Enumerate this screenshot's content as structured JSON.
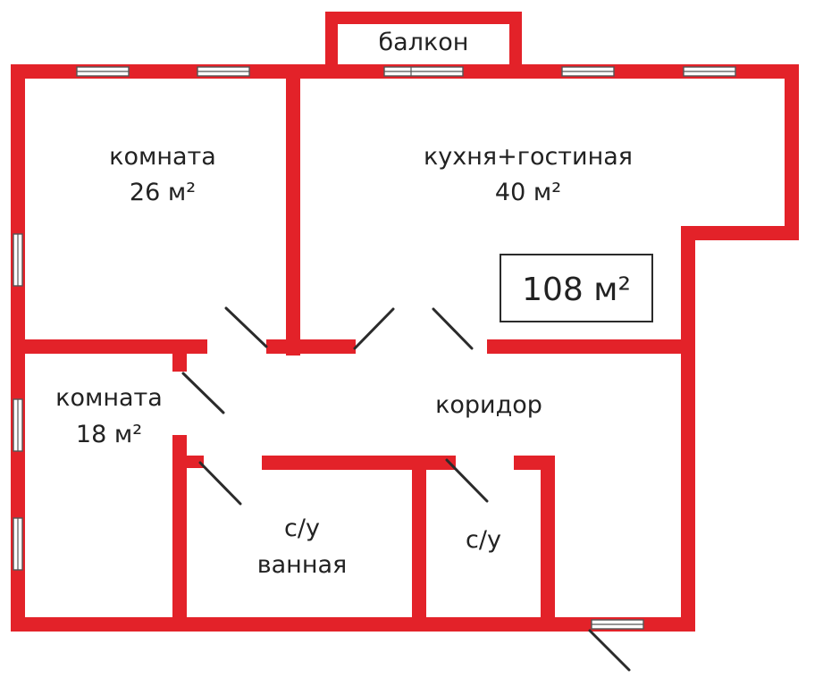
{
  "plan": {
    "total_area": "108 м²",
    "colors": {
      "wall": "#e32229",
      "text": "#222222",
      "door": "#2b2b2b"
    },
    "rooms": {
      "balcony": {
        "name": "балкон"
      },
      "room1": {
        "name": "комната",
        "area": "26 м²"
      },
      "kitchen": {
        "name": "кухня+гостиная",
        "area": "40 м²"
      },
      "room2": {
        "name": "комната",
        "area": "18 м²"
      },
      "corridor": {
        "name": "коридор"
      },
      "bath": {
        "name": "с/у",
        "sub": "ванная"
      },
      "wc": {
        "name": "с/у"
      }
    }
  }
}
